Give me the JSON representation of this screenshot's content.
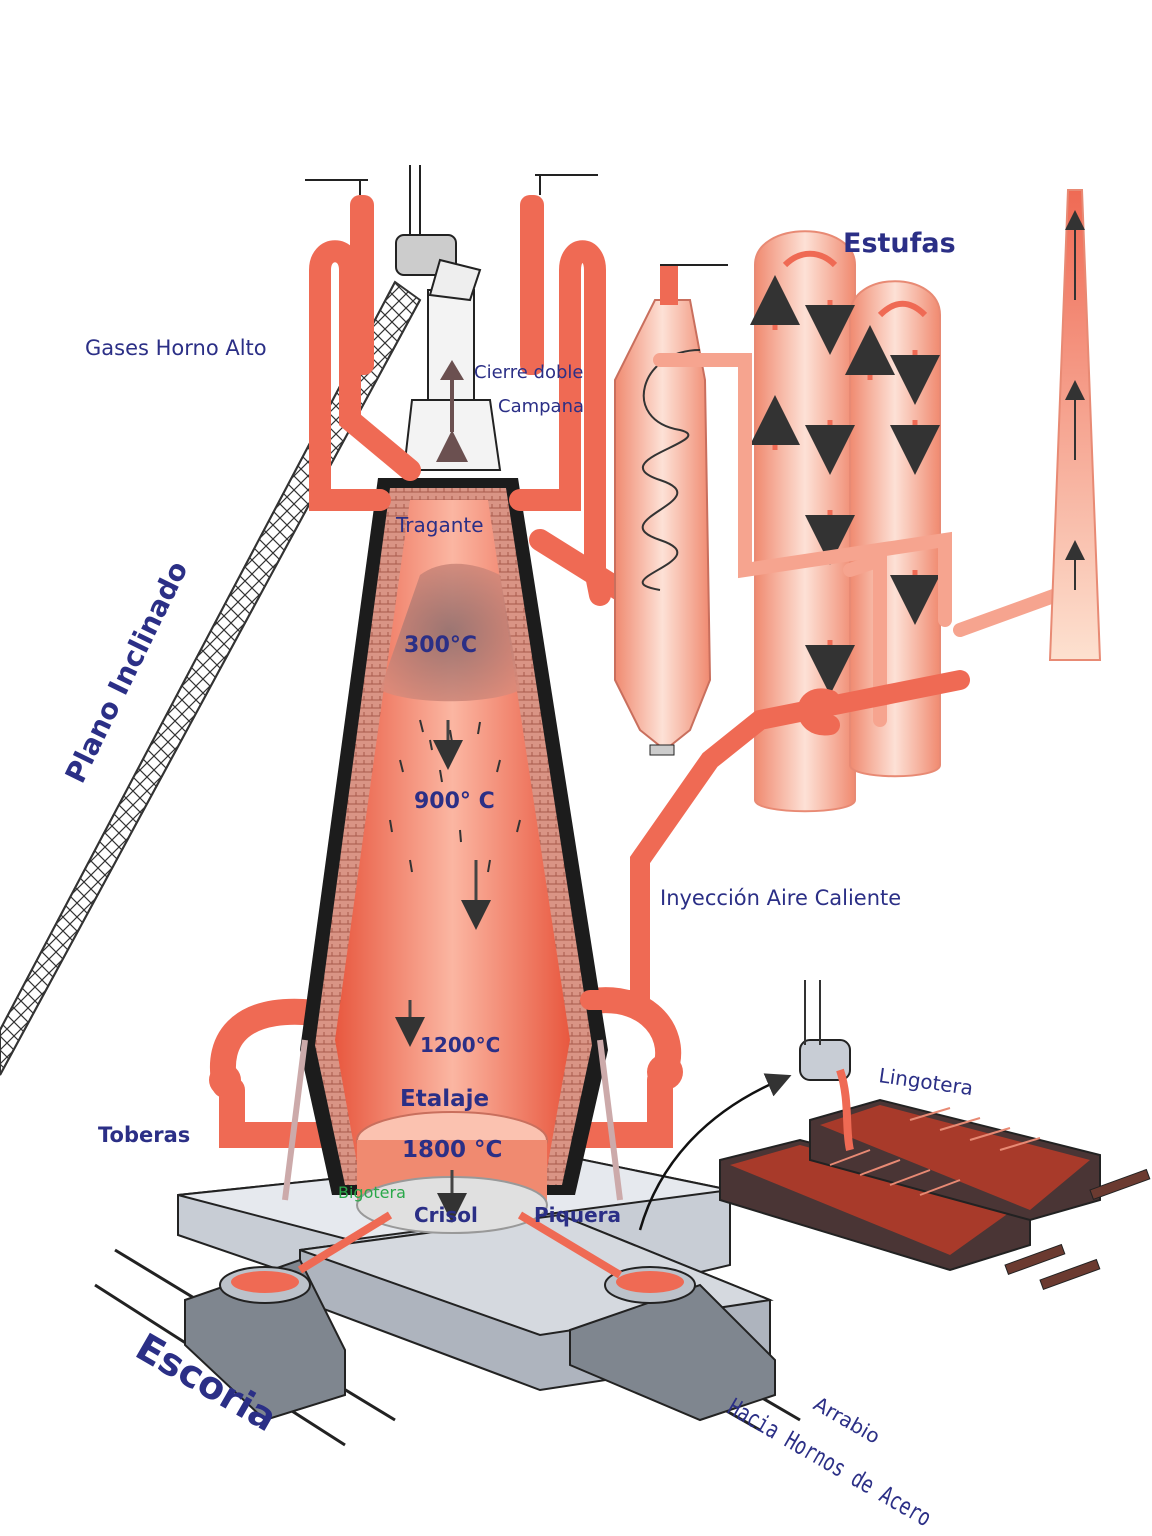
{
  "labels": {
    "stoves": "Estufas",
    "furnace_gases": "Gases Horno Alto",
    "double_bell": "Cierre doble",
    "bell": "Campana",
    "throat": "Tragante",
    "incline": "Plano Inclinado",
    "temp_300": "300°C",
    "temp_900": "900° C",
    "hot_air": "Inyección Aire Caliente",
    "temp_1200": "1200°C",
    "bosh": "Etalaje",
    "tuyeres": "Toberas",
    "temp_1800": "1800 °C",
    "slag_notch": "Bigotera",
    "hearth": "Crisol",
    "taphole": "Piquera",
    "mold": "Lingotera",
    "slag": "Escoria",
    "pig_iron": "Arrabio",
    "to_steel": "Hacia Hornos de Acero"
  },
  "colors": {
    "metal": "#ef6a54",
    "metal_light": "#f6a48f",
    "metal_pale": "#fbd0c0",
    "label": "#2b2f86",
    "label_green": "#2aa84a",
    "lining": "#1c1c1c",
    "brick": "#c87a6a",
    "base": "#d9dde3"
  }
}
